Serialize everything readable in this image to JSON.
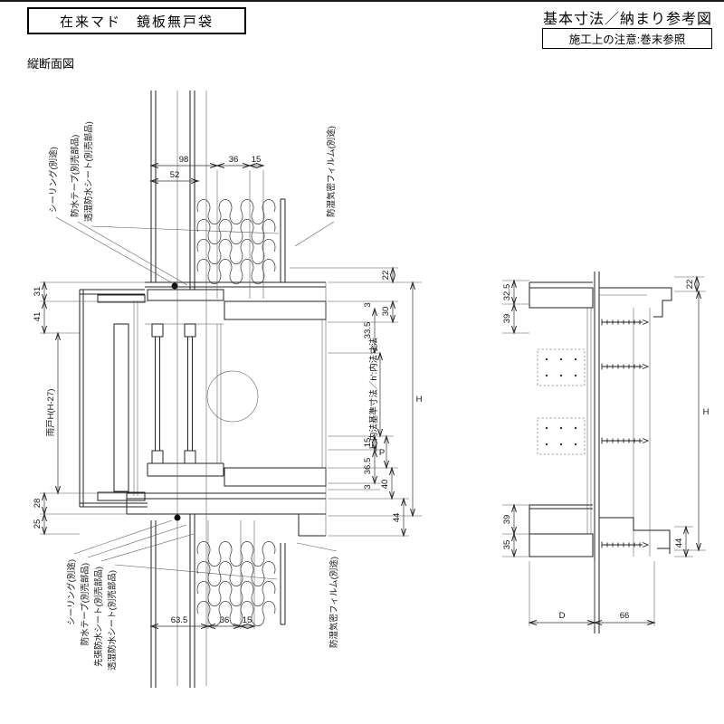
{
  "header": {
    "title": "在来マド　鏡板無戸袋",
    "subtitle": "基本寸法／納まり参考図",
    "note": "施工上の注意:巻末参照"
  },
  "section": {
    "label": "縦断面図"
  },
  "left": {
    "labels": {
      "seal_top": "シーリング(別途)",
      "tape_top": "防水テープ(別売部品)",
      "sheet_top": "透湿防水シート(別売部品)",
      "film_top": "防湿気密フィルム(別途)",
      "amado": "雨戸H(H-27)",
      "inner": "上:内法基準寸法／h':内法寸法",
      "H": "H",
      "P": "P",
      "seal_btm": "シーリング(別途)",
      "tape_btm": "防水テープ(別売部品)",
      "sakibari_btm": "先張防水シート(別売部品)",
      "sheet_btm": "透湿防水シート(別売部品)",
      "film_btm": "防湿気密フィルム(別途)"
    },
    "dims": {
      "d98": "98",
      "d52": "52",
      "d36_top": "36",
      "d15_top": "15",
      "d31": "31",
      "d41": "41",
      "d28": "28",
      "d25": "25",
      "d22": "22",
      "d30": "30",
      "d3_a": "3",
      "d33_5": "33.5",
      "d15_r": "15",
      "d36_5": "36.5",
      "d3_b": "3",
      "d40": "40",
      "d44": "44",
      "d63_5": "63.5",
      "d36_btm": "36",
      "d15_btm": "15"
    }
  },
  "right": {
    "dims": {
      "d32_5": "32.5",
      "d39_top": "39",
      "d22": "22",
      "H": "H",
      "d39_btm": "39",
      "d35": "35",
      "d44": "44",
      "D": "D",
      "d66": "66"
    }
  }
}
